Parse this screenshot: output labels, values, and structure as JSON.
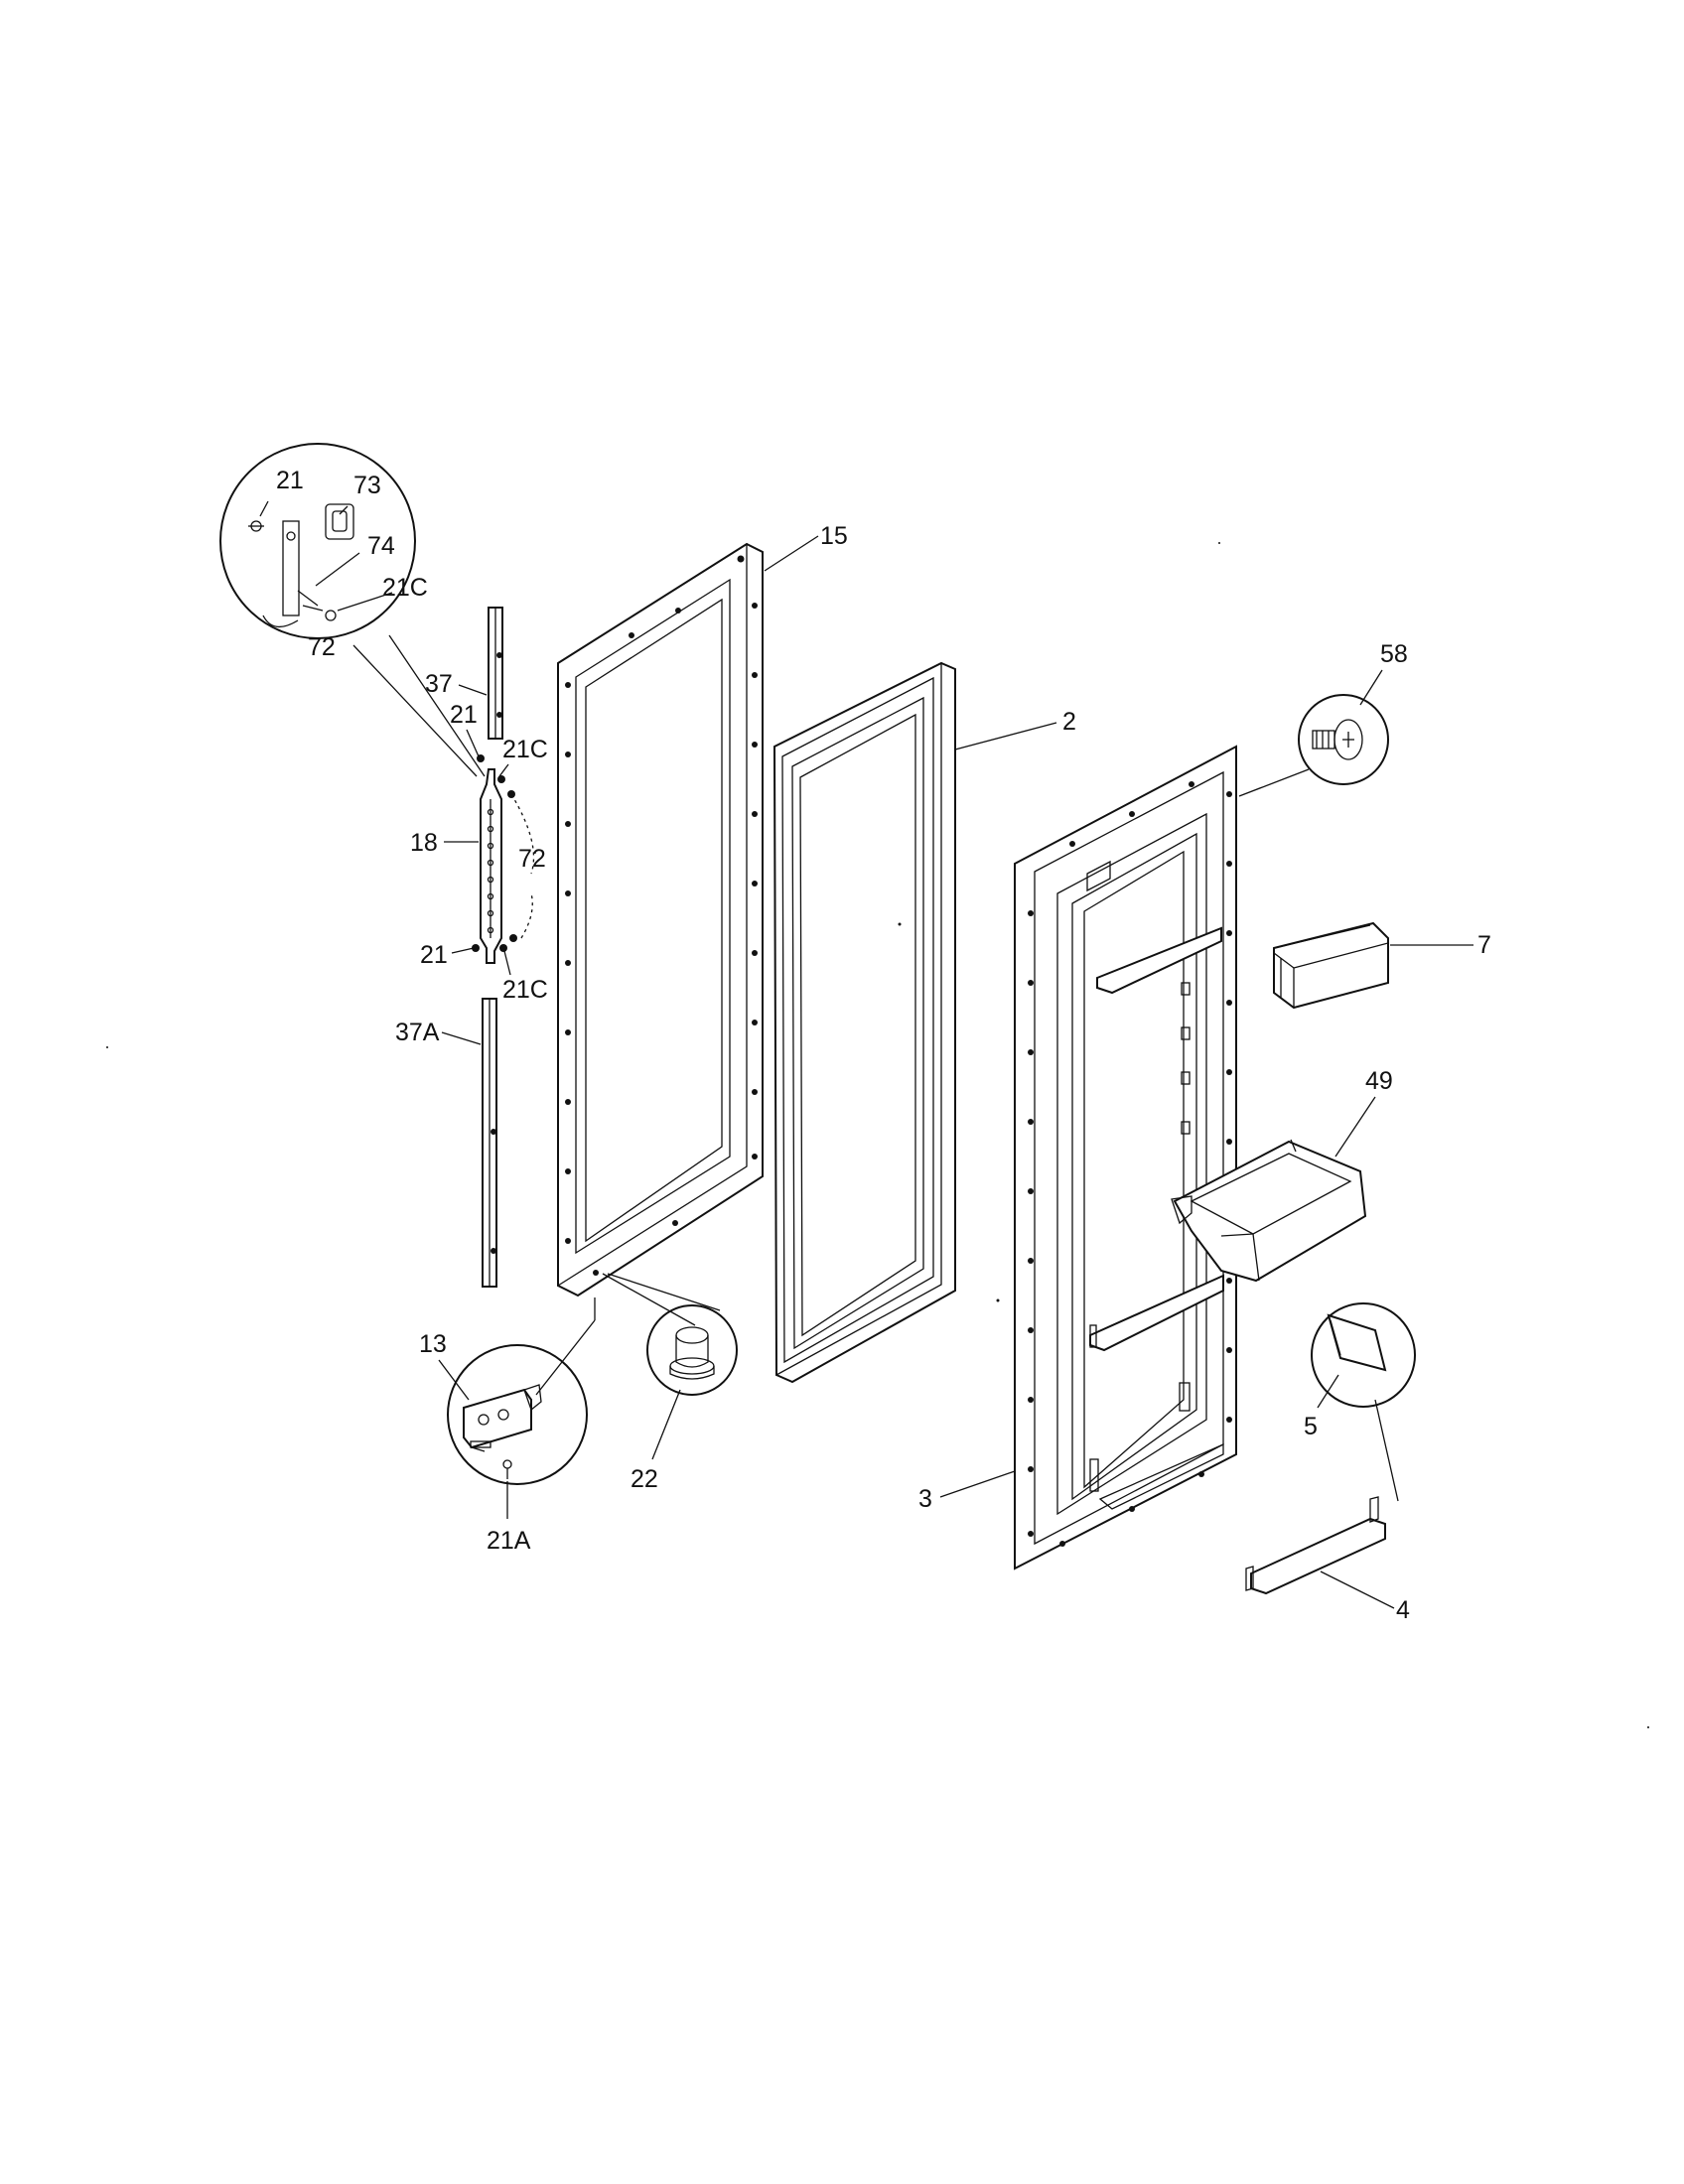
{
  "callouts": {
    "c21_top": "21",
    "c73": "73",
    "c74": "74",
    "c21C_top": "21C",
    "c72_top": "72",
    "c15": "15",
    "c37": "37",
    "c21_mid": "21",
    "c21C_mid": "21C",
    "c2": "2",
    "c58": "58",
    "c18": "18",
    "c72_mid": "72",
    "c7": "7",
    "c21_low": "21",
    "c21C_low": "21C",
    "c37A": "37A",
    "c49": "49",
    "c13": "13",
    "c5": "5",
    "c22": "22",
    "c3": "3",
    "c21A": "21A",
    "c4": "4"
  },
  "parts": [
    "door-handle-detail",
    "door-outer-panel",
    "door-gasket",
    "door-liner",
    "handle-trim",
    "door-handle",
    "lower-hinge",
    "door-stop-plug",
    "liner-screw",
    "dairy-door",
    "door-bin",
    "bin-retainer",
    "bin-end-cap"
  ],
  "colors": {
    "ink": "#111111",
    "paper": "#ffffff"
  }
}
